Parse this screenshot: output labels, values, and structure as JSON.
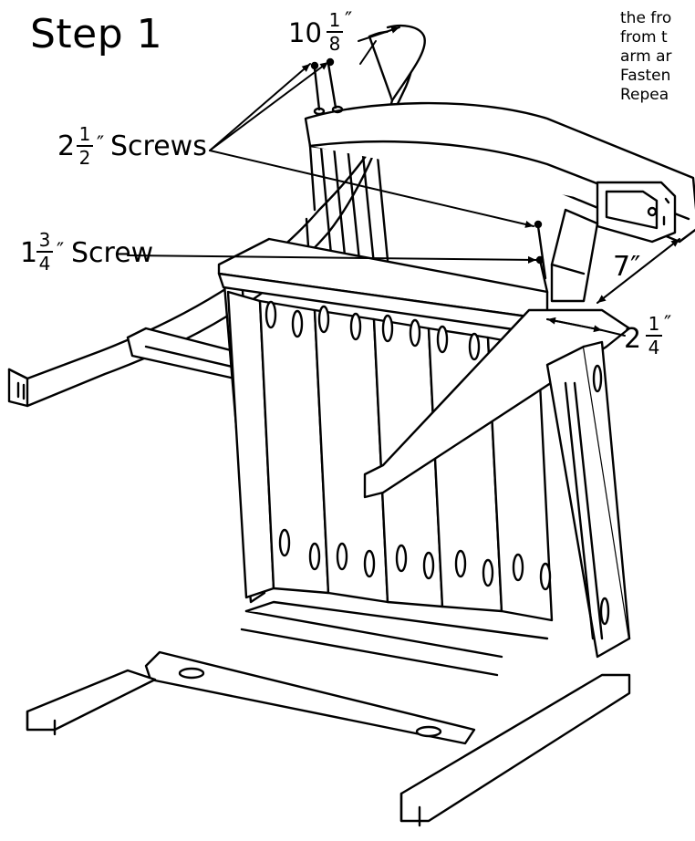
{
  "title": "Step 1",
  "instructions": [
    "the fro",
    "from t",
    "arm ar",
    "Fasten",
    "Repea"
  ],
  "labels": {
    "screw_long": {
      "whole": "2",
      "num": "1",
      "den": "2",
      "unit": "″",
      "text": "Screws"
    },
    "screw_short": {
      "whole": "1",
      "num": "3",
      "den": "4",
      "unit": "″",
      "text": "Screw"
    },
    "dim_top": {
      "whole": "10",
      "num": "1",
      "den": "8",
      "unit": "″"
    },
    "dim_side": {
      "whole": "2",
      "num": "1",
      "den": "4",
      "unit": "″"
    },
    "dim_arm": {
      "text": "7″"
    }
  }
}
